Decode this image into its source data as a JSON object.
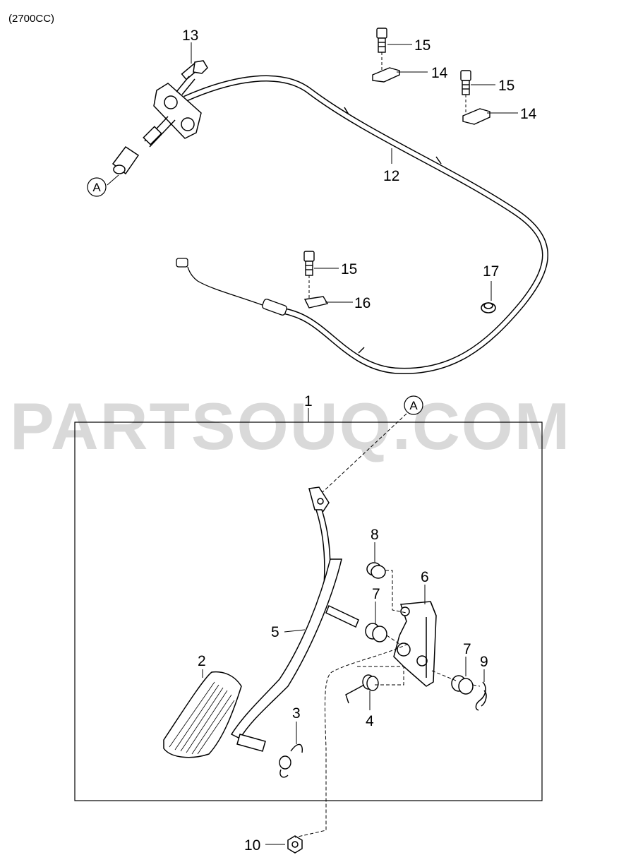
{
  "engine_note": "(2700CC)",
  "watermark": "PARTSOUQ.COM",
  "ref_marker": "A",
  "callouts": {
    "c1": "1",
    "c2": "2",
    "c3": "3",
    "c4": "4",
    "c5": "5",
    "c6": "6",
    "c7a": "7",
    "c7b": "7",
    "c8": "8",
    "c9": "9",
    "c10": "10",
    "c12": "12",
    "c13": "13",
    "c14a": "14",
    "c14b": "14",
    "c15a": "15",
    "c15b": "15",
    "c15c": "15",
    "c16": "16",
    "c17": "17"
  }
}
